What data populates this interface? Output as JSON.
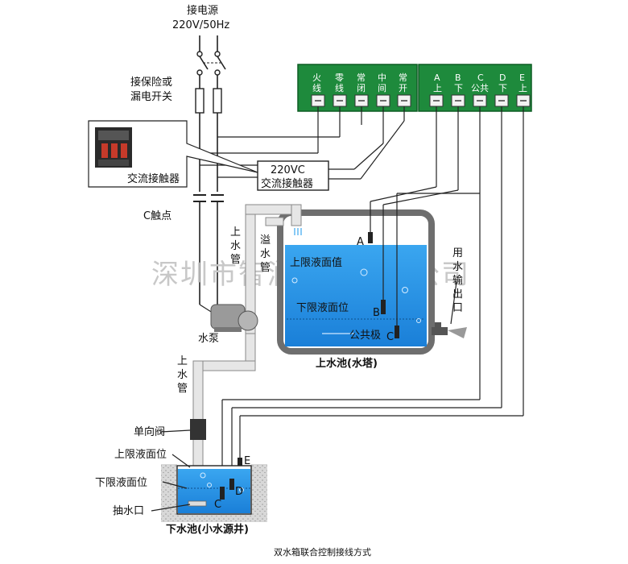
{
  "power": {
    "title": "接电源",
    "spec": "220V/50Hz"
  },
  "breaker_label": [
    "接保险或",
    "漏电开关"
  ],
  "contactor": {
    "photo_label": "交流接触器",
    "box_voltage": "220VC",
    "box_label": "交流接触器",
    "contact_label": "C触点"
  },
  "terminals_left": [
    {
      "top": "火",
      "bottom": "线"
    },
    {
      "top": "零",
      "bottom": "线"
    },
    {
      "top": "常",
      "bottom": "闭"
    },
    {
      "top": "中",
      "bottom": "间"
    },
    {
      "top": "常",
      "bottom": "开"
    }
  ],
  "terminals_right": [
    {
      "top": "A",
      "bottom": "上"
    },
    {
      "top": "B",
      "bottom": "下"
    },
    {
      "top": "C",
      "bottom": "公共"
    },
    {
      "top": "D",
      "bottom": "下"
    },
    {
      "top": "E",
      "bottom": "上"
    }
  ],
  "pipes": {
    "up_pipe_top": [
      "上",
      "水",
      "管"
    ],
    "overflow": [
      "溢",
      "水",
      "管"
    ],
    "up_pipe_bottom": [
      "上",
      "水",
      "管"
    ],
    "pump": "水泵",
    "check_valve": "单向阀"
  },
  "upper_tank": {
    "name": "上水池(水塔)",
    "upper_level": "上限液面值",
    "lower_level": "下限液面位",
    "common": "公共极",
    "probes": [
      "A",
      "B",
      "C"
    ],
    "outlet": [
      "用",
      "水",
      "输",
      "出",
      "口"
    ]
  },
  "lower_tank": {
    "name": "下水池(小水源井)",
    "upper_level": "上限液面位",
    "lower_level": "下限液面位",
    "intake": "抽水口",
    "probes": [
      "C",
      "D",
      "E"
    ]
  },
  "watermark": "深圳市智润电气有限公司",
  "caption": "双水箱联合控制接线方式",
  "colors": {
    "panel_green": "#1e8a3c",
    "water_blue": "#1e90e0",
    "tank_gray": "#6e6e6e"
  }
}
